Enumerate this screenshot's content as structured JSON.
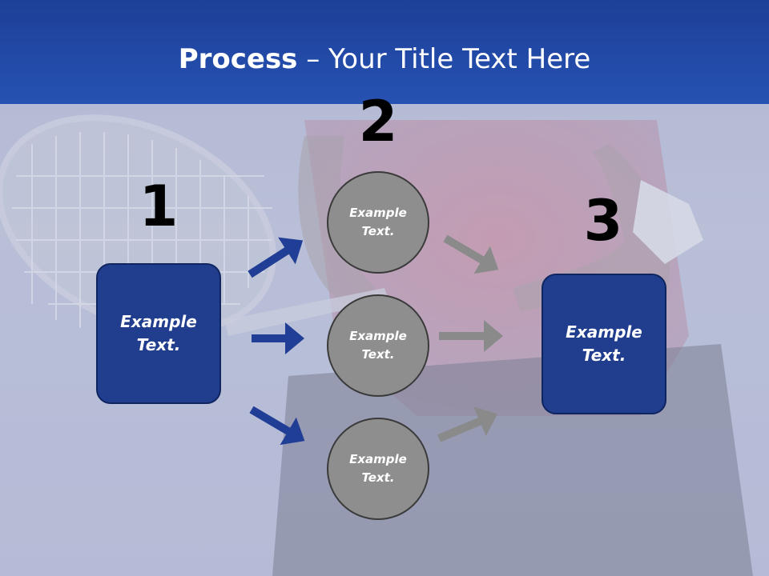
{
  "slide": {
    "title_bold": "Process",
    "title_rest": " – Your Title Text Here",
    "step_numbers": [
      "1",
      "2",
      "3"
    ],
    "left_box_text": "Example Text.",
    "right_box_text": "Example Text.",
    "circles": [
      "Example Text.",
      "Example Text.",
      "Example Text."
    ]
  },
  "colors": {
    "title_bar": "#2652b3",
    "box_fill": "#203d8e",
    "blue_arrow": "#213e96",
    "gray_arrow": "#8a8a8a",
    "circle_fill": "#8e8e8e"
  }
}
